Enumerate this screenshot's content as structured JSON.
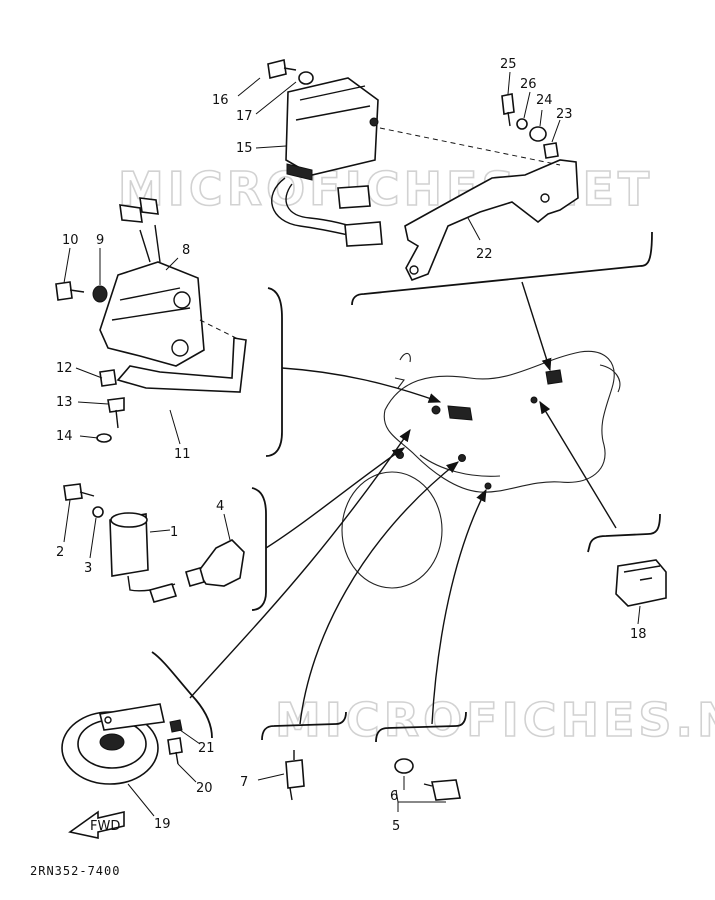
{
  "watermarks": [
    "MICROFICHES.NET",
    "MICROFICHES.NET"
  ],
  "diagram_code": "2RN352-7400",
  "fwd_label": "FWD",
  "callouts": [
    {
      "id": "c1",
      "text": "1"
    },
    {
      "id": "c2",
      "text": "2"
    },
    {
      "id": "c3",
      "text": "3"
    },
    {
      "id": "c4",
      "text": "4"
    },
    {
      "id": "c5",
      "text": "5"
    },
    {
      "id": "c6",
      "text": "6"
    },
    {
      "id": "c7",
      "text": "7"
    },
    {
      "id": "c8",
      "text": "8"
    },
    {
      "id": "c9",
      "text": "9"
    },
    {
      "id": "c10",
      "text": "10"
    },
    {
      "id": "c11",
      "text": "11"
    },
    {
      "id": "c12",
      "text": "12"
    },
    {
      "id": "c13",
      "text": "13"
    },
    {
      "id": "c14",
      "text": "14"
    },
    {
      "id": "c15",
      "text": "15"
    },
    {
      "id": "c16",
      "text": "16"
    },
    {
      "id": "c17",
      "text": "17"
    },
    {
      "id": "c18",
      "text": "18"
    },
    {
      "id": "c19",
      "text": "19"
    },
    {
      "id": "c20",
      "text": "20"
    },
    {
      "id": "c21",
      "text": "21"
    },
    {
      "id": "c22",
      "text": "22"
    },
    {
      "id": "c23",
      "text": "23"
    },
    {
      "id": "c24",
      "text": "24"
    },
    {
      "id": "c25",
      "text": "25"
    },
    {
      "id": "c26",
      "text": "26"
    }
  ]
}
